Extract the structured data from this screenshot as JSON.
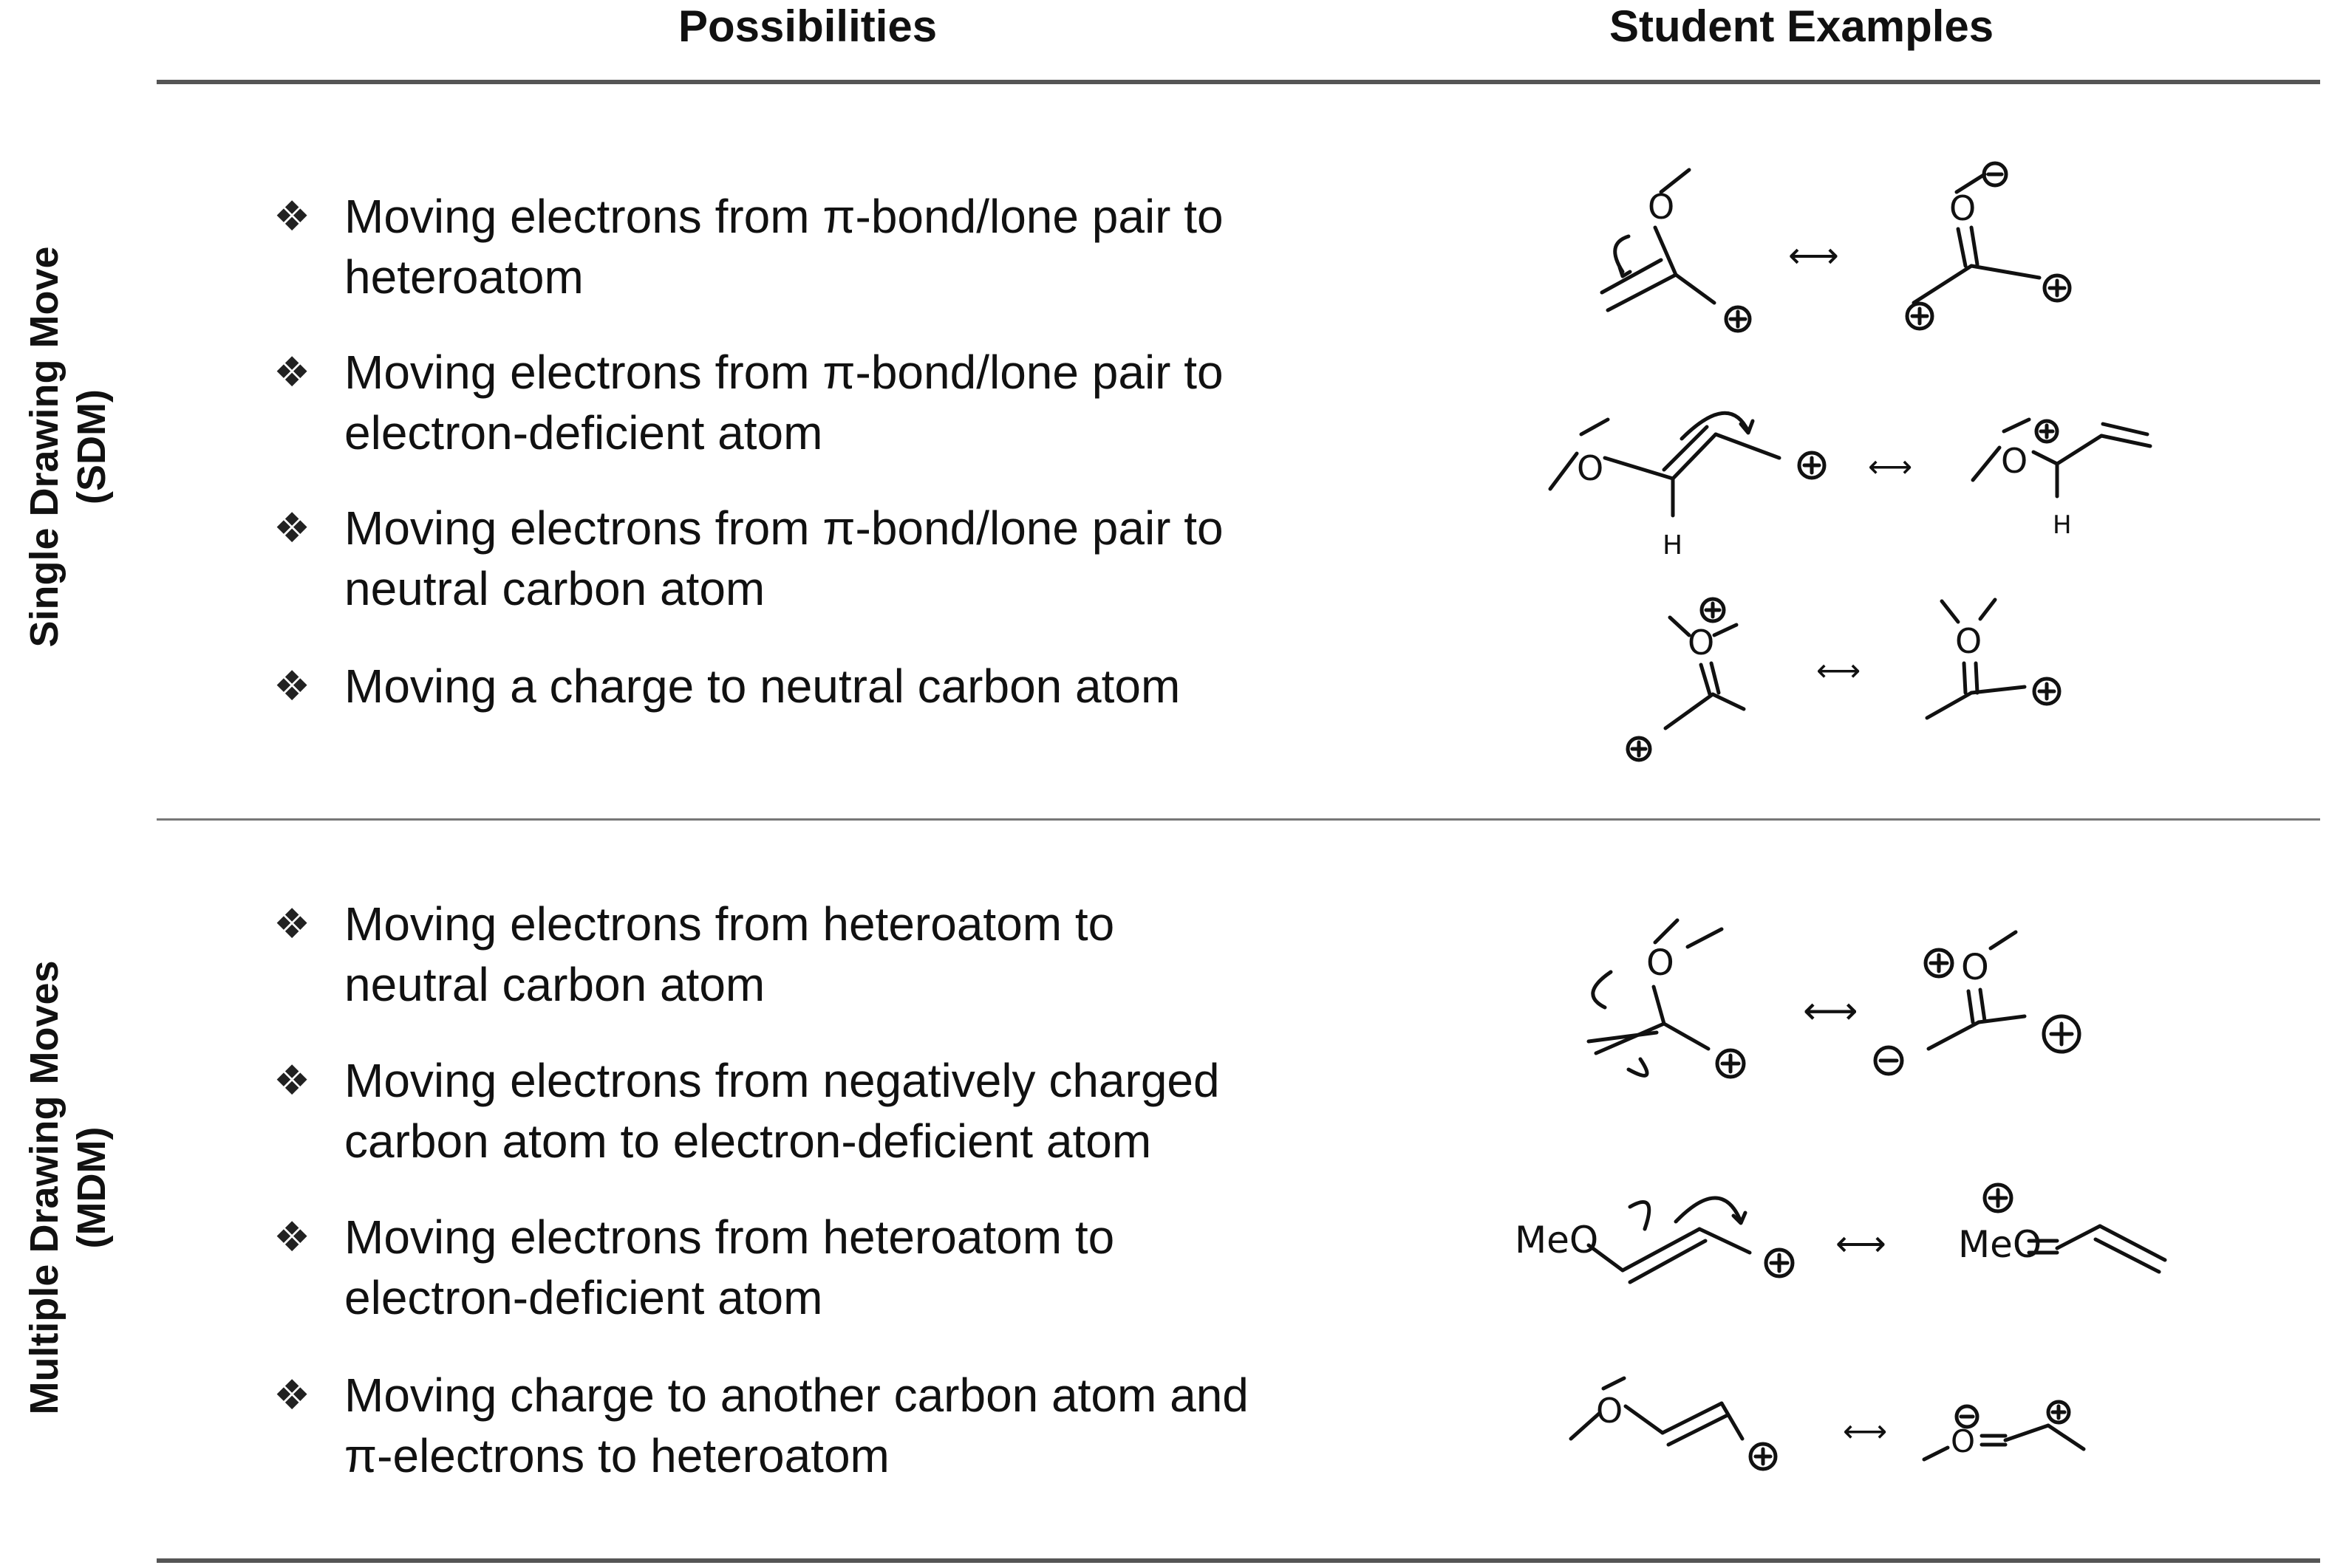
{
  "headers": {
    "possibilities": "Possibilities",
    "student_examples": "Student Examples"
  },
  "sections": [
    {
      "label_line1": "Single Drawing Move",
      "label_line2": "(SDM)",
      "items": [
        {
          "line1": "Moving electrons from π-bond/lone pair to",
          "line2": "heteroatom"
        },
        {
          "line1": "Moving electrons from π-bond/lone pair to",
          "line2": "electron-deficient atom"
        },
        {
          "line1": "Moving electrons from π-bond/lone pair to",
          "line2": "neutral carbon atom"
        },
        {
          "line1": "Moving a charge to neutral carbon atom",
          "line2": ""
        }
      ]
    },
    {
      "label_line1": "Multiple Drawing Moves",
      "label_line2": "(MDM)",
      "items": [
        {
          "line1": "Moving electrons from heteroatom to",
          "line2": "neutral carbon atom"
        },
        {
          "line1": "Moving electrons from negatively charged",
          "line2": "carbon atom to electron-deficient atom"
        },
        {
          "line1": "Moving electrons from heteroatom to",
          "line2": "electron-deficient atom"
        },
        {
          "line1": "Moving charge to another carbon atom and",
          "line2": "π-electrons to heteroatom"
        }
      ]
    }
  ],
  "bullet_glyph": "❖",
  "sketch_labels": {
    "oxygen": "O",
    "hydrogen": "H",
    "methoxy": "MeO",
    "plus": "+",
    "minus": "−",
    "resonance_arrow": "⟷"
  }
}
